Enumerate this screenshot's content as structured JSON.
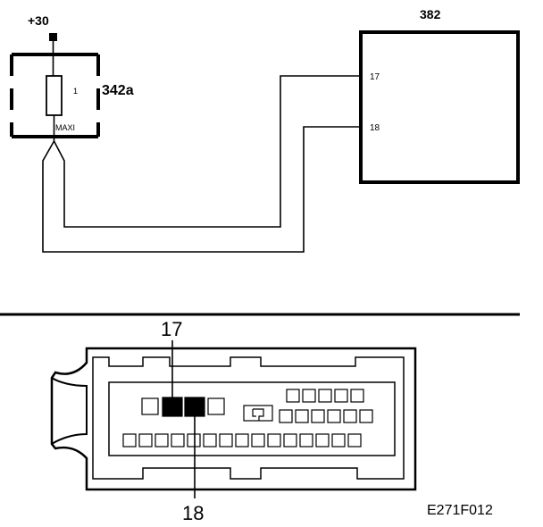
{
  "labels": {
    "supply": "+30",
    "fuse_box": "342a",
    "fuse_number": "1",
    "fuse_type": "MAXI",
    "ecu": "382",
    "pin_17": "17",
    "pin_18": "18",
    "connector_pin_17": "17",
    "connector_pin_18": "18",
    "figure_code": "E271F012"
  },
  "colors": {
    "line": "#000000",
    "background": "#ffffff"
  }
}
